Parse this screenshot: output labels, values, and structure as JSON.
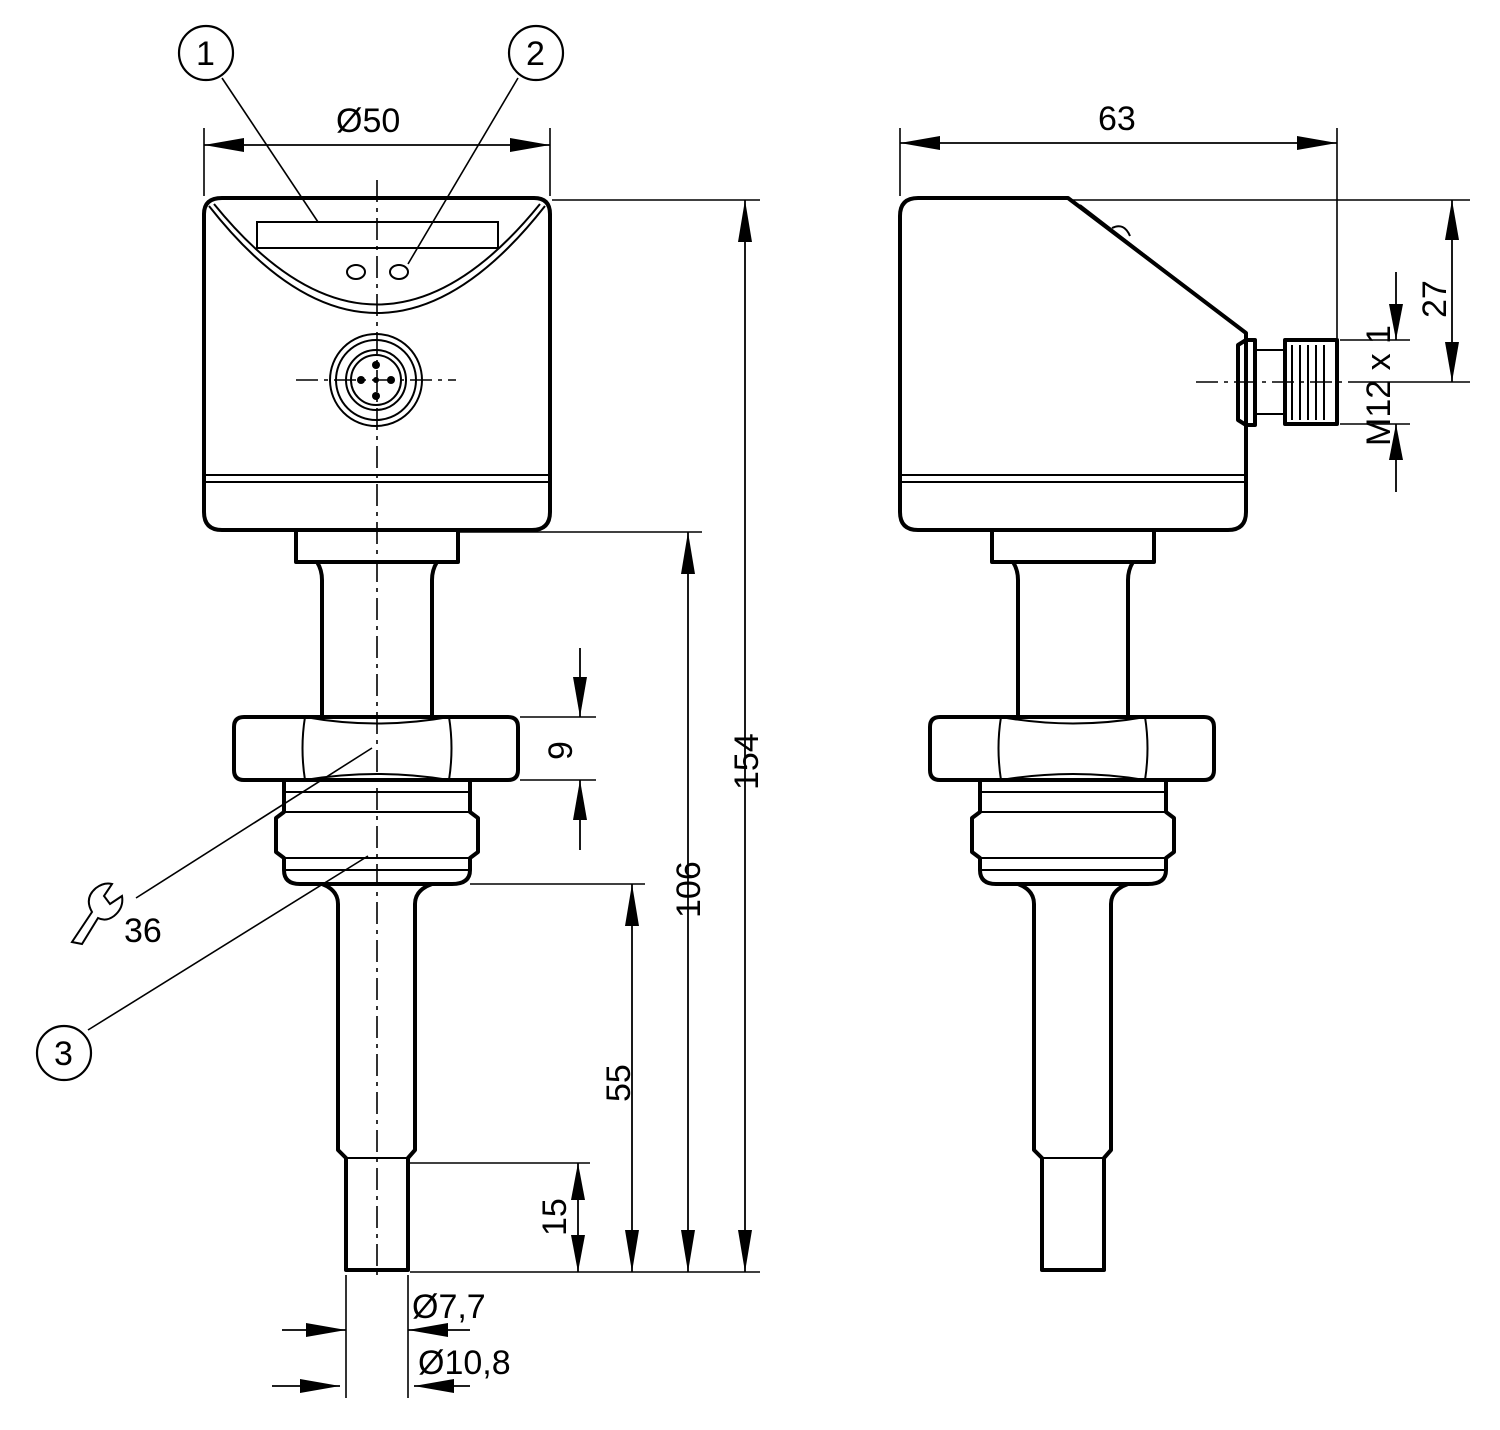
{
  "callouts": [
    "1",
    "2",
    "3"
  ],
  "dimensions": {
    "diameter_top": "Ø50",
    "width_side": "63",
    "height_total": "154",
    "height_106": "106",
    "length_55": "55",
    "tip_15": "15",
    "hex_9": "9",
    "connector_27": "27",
    "connector_thread": "M12 x 1",
    "tip_diameter_small": "Ø7,7",
    "tip_diameter_large": "Ø10,8",
    "wrench_size": "36"
  },
  "icons": {
    "wrench": "wrench-icon"
  }
}
